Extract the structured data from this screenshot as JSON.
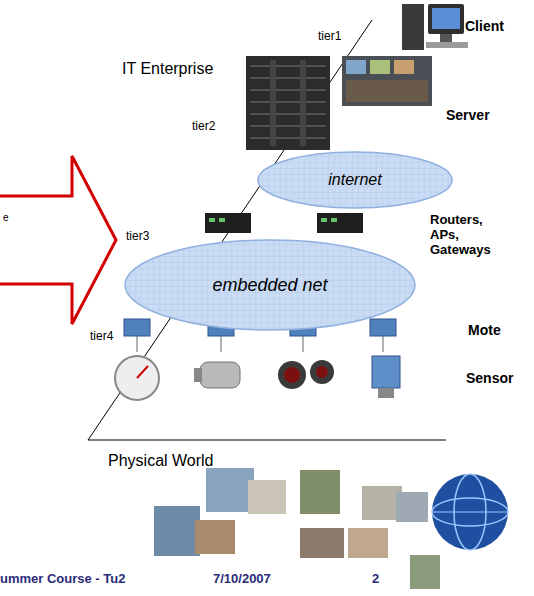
{
  "diagram": {
    "nodes": [
      {
        "text": [
          "internet"
        ]
      },
      {
        "text": [
          "embedded net"
        ]
      }
    ],
    "labels": [
      "tier1",
      "Client",
      "IT Enterprise",
      "tier2",
      "Server",
      "tier3",
      "Routers, APs, Gateways",
      "tier4",
      "Mote",
      "Sensor",
      "Physical World",
      "e",
      "ummer Course - Tu2",
      "7/10/2007",
      "2"
    ]
  }
}
